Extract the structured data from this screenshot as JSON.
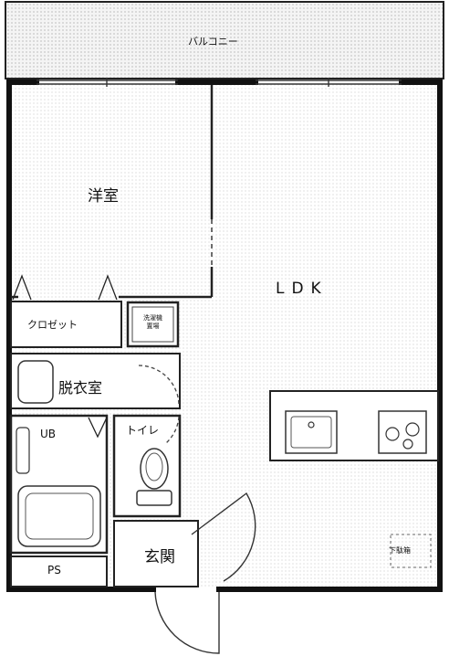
{
  "floor_plan": {
    "rooms": {
      "balcony": "バルコニー",
      "western_room": "洋室",
      "ldk": "LDK",
      "closet": "クロゼット",
      "washing_machine_space": [
        "洗濯機",
        "置場"
      ],
      "dressing_room": "脱衣室",
      "unit_bath": "UB",
      "toilet": "トイレ",
      "entrance": "玄関",
      "pipe_space": "PS",
      "shoe_box": "下駄箱"
    }
  }
}
